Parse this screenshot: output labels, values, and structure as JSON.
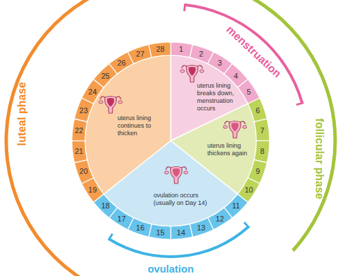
{
  "diagram": {
    "nodes": [
      {
        "text": [
          "uterus lining breaks down, menstruation occurs"
        ]
      },
      {
        "text": [
          "uterus lining thickens again"
        ]
      },
      {
        "text": [
          "ovulation occurs (usually on Day 14)"
        ]
      },
      {
        "text": [
          "uterus lining continues to thicken"
        ]
      }
    ],
    "labels": [
      "1",
      "2",
      "3",
      "4",
      "5",
      "6",
      "7",
      "8",
      "9",
      "10",
      "11",
      "12",
      "13",
      "14",
      "15",
      "16",
      "17",
      "18",
      "19",
      "20",
      "21",
      "22",
      "23",
      "24",
      "25",
      "26",
      "27",
      "28",
      "menstruation",
      "follicular phase",
      "ovulation",
      "luteal phase"
    ]
  }
}
